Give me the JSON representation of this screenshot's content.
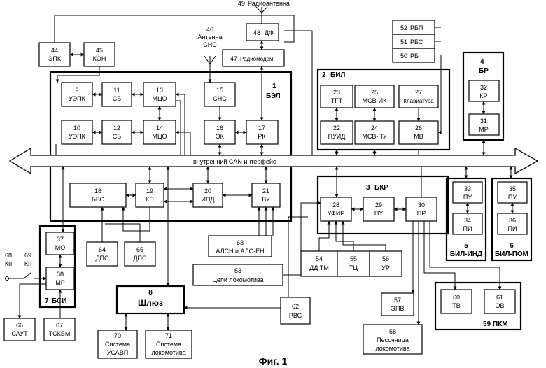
{
  "figure": {
    "caption": "Фиг. 1"
  },
  "blocks": {
    "b1": {
      "num": "1",
      "label": "БЭЛ"
    },
    "b2": {
      "num": "2",
      "label": "БИЛ"
    },
    "b3": {
      "num": "3",
      "label": "БКР"
    },
    "b4": {
      "num": "4",
      "label": "БР"
    },
    "b5": {
      "num": "5",
      "label": "БИЛ-ИНД"
    },
    "b6": {
      "num": "6",
      "label": "БИЛ-ПОМ"
    },
    "b7": {
      "num": "7",
      "label": "БСИ"
    },
    "b8": {
      "num": "8",
      "label": "Шлюз"
    },
    "b9": {
      "num": "9",
      "label": "УЭПК"
    },
    "b10": {
      "num": "10",
      "label": "УЭПК"
    },
    "b11": {
      "num": "11",
      "label": "СБ"
    },
    "b12": {
      "num": "12",
      "label": "СБ"
    },
    "b13": {
      "num": "13",
      "label": "МЦО"
    },
    "b14": {
      "num": "14",
      "label": "МЦО"
    },
    "b15": {
      "num": "15",
      "label": "СНС"
    },
    "b16": {
      "num": "16",
      "label": "ЭК"
    },
    "b17": {
      "num": "17",
      "label": "РК"
    },
    "b18": {
      "num": "18",
      "label": "БВС"
    },
    "b19": {
      "num": "19",
      "label": "КП"
    },
    "b20": {
      "num": "20",
      "label": "ИПД"
    },
    "b21": {
      "num": "21",
      "label": "ВУ"
    },
    "b22": {
      "num": "22",
      "label": "ПУИД"
    },
    "b23": {
      "num": "23",
      "label": "TFT"
    },
    "b24": {
      "num": "24",
      "label": "МСВ-ПУ"
    },
    "b25": {
      "num": "25",
      "label": "МСВ-ИК"
    },
    "b26": {
      "num": "26",
      "label": "МВ"
    },
    "b27": {
      "num": "27",
      "label": "Клавиатура"
    },
    "b28": {
      "num": "28",
      "label": "УФИР"
    },
    "b29": {
      "num": "29",
      "label": "ПУ"
    },
    "b30": {
      "num": "30",
      "label": "ПР"
    },
    "b31": {
      "num": "31",
      "label": "МР"
    },
    "b32": {
      "num": "32",
      "label": "КР"
    },
    "b33": {
      "num": "33",
      "label": "ПУ"
    },
    "b34": {
      "num": "34",
      "label": "ПИ"
    },
    "b35": {
      "num": "35",
      "label": "ПУ"
    },
    "b36": {
      "num": "36",
      "label": "ПИ"
    },
    "b37": {
      "num": "37",
      "label": "МО"
    },
    "b38": {
      "num": "38",
      "label": "МР"
    },
    "b44": {
      "num": "44",
      "label": "ЭПК"
    },
    "b45": {
      "num": "45",
      "label": "КОН"
    },
    "b46": {
      "num": "46",
      "label1": "Антенна",
      "label2": "СНС"
    },
    "b47": {
      "num": "47",
      "label": "Радиомодем"
    },
    "b48": {
      "num": "48",
      "label": "ДФ"
    },
    "b49": {
      "num": "49",
      "label": "Радиоантенна"
    },
    "b50": {
      "num": "50",
      "label": "РБ"
    },
    "b51": {
      "num": "51",
      "label": "РБС"
    },
    "b52": {
      "num": "52",
      "label": "РБП"
    },
    "b53": {
      "num": "53",
      "label": "Цепи локомотива"
    },
    "b54": {
      "num": "54",
      "label": "ДД ТМ"
    },
    "b55": {
      "num": "55",
      "label": "ТЦ"
    },
    "b56": {
      "num": "56",
      "label": "УР"
    },
    "b57": {
      "num": "57",
      "label": "ЭПВ"
    },
    "b58": {
      "num": "58",
      "label1": "Песочница",
      "label2": "локомотива"
    },
    "b59": {
      "num": "59",
      "label": "ПКМ"
    },
    "b60": {
      "num": "60",
      "label": "ТВ"
    },
    "b61": {
      "num": "61",
      "label": "ОВ"
    },
    "b62": {
      "num": "62",
      "label": "РВС"
    },
    "b63": {
      "num": "63",
      "label": "АЛСН и АЛС-ЕН"
    },
    "b64": {
      "num": "64",
      "label": "ДПС"
    },
    "b65": {
      "num": "65",
      "label": "ДПС"
    },
    "b66": {
      "num": "66",
      "label": "САУТ"
    },
    "b67": {
      "num": "67",
      "label": "ТСКБМ"
    },
    "b68": {
      "num": "68",
      "label": "Кн"
    },
    "b69": {
      "num": "69",
      "label": "Кн"
    },
    "b70": {
      "num": "70",
      "label1": "Система",
      "label2": "УСАВП"
    },
    "b71": {
      "num": "71",
      "label1": "Система",
      "label2": "локомотива"
    }
  },
  "bus": {
    "label": "внутренний CAN интерфейс"
  }
}
